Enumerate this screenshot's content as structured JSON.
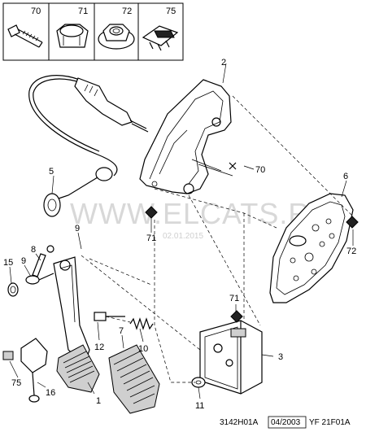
{
  "header": {
    "parts": [
      {
        "ref": "70",
        "icon": "bolt-icon"
      },
      {
        "ref": "71",
        "icon": "cap-nut-icon"
      },
      {
        "ref": "72",
        "icon": "flange-nut-icon"
      },
      {
        "ref": "75",
        "icon": "connector-clip-icon"
      }
    ]
  },
  "callouts": {
    "c1": "1",
    "c2": "2",
    "c3": "3",
    "c5": "5",
    "c6": "6",
    "c7": "7",
    "c8": "8",
    "c9a": "9",
    "c9b": "9",
    "c10": "10",
    "c11": "11",
    "c12": "12",
    "c15": "15",
    "c16": "16",
    "c70": "70",
    "c71a": "71",
    "c71b": "71",
    "c72": "72",
    "c75": "75"
  },
  "watermark": {
    "site": "WWW.ELCATS.RU",
    "date": "02.01.2015"
  },
  "footer": {
    "ref": "3142H01A",
    "date": "04/2003",
    "code": "YF 21F01A"
  }
}
